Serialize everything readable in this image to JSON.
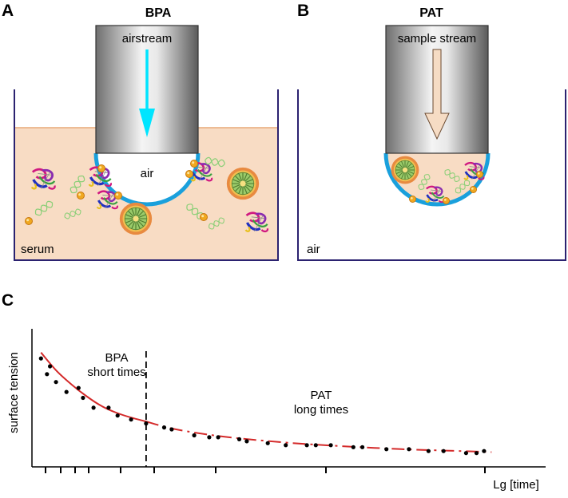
{
  "panel_a": {
    "letter": "A",
    "title": "BPA",
    "stream_label": "airstream",
    "bubble_label": "air",
    "liquid_label": "serum"
  },
  "panel_b": {
    "letter": "B",
    "title": "PAT",
    "stream_label": "sample stream",
    "outside_label": "air"
  },
  "panel_c": {
    "letter": "C",
    "ylabel": "surface tension",
    "xlabel": "Lg [time]",
    "bpa_label_1": "BPA",
    "bpa_label_2": "short times",
    "pat_label_1": "PAT",
    "pat_label_2": "long times"
  },
  "colors": {
    "serum": "#f8dcc4",
    "serum_edge": "#e8a878",
    "vessel": "#2b2270",
    "interface": "#1aa0dc",
    "air_arrow": "#00e5ff",
    "sample_arrow": "#f6dcc4",
    "fit_curve": "#d42a2a",
    "particle": "#f0a820"
  },
  "chart_data": {
    "type": "scatter",
    "xlabel": "Lg [time]",
    "ylabel": "surface tension",
    "grid": false,
    "points": [
      [
        0.0,
        0.85
      ],
      [
        0.2,
        0.77
      ],
      [
        0.3,
        0.81
      ],
      [
        0.5,
        0.73
      ],
      [
        0.85,
        0.68
      ],
      [
        1.25,
        0.7
      ],
      [
        1.4,
        0.65
      ],
      [
        1.75,
        0.6
      ],
      [
        2.25,
        0.6
      ],
      [
        2.55,
        0.56
      ],
      [
        3.0,
        0.54
      ],
      [
        3.5,
        0.52
      ],
      [
        4.1,
        0.5
      ],
      [
        4.35,
        0.49
      ],
      [
        5.1,
        0.46
      ],
      [
        5.6,
        0.45
      ],
      [
        5.9,
        0.45
      ],
      [
        6.6,
        0.44
      ],
      [
        6.85,
        0.43
      ],
      [
        7.55,
        0.42
      ],
      [
        8.15,
        0.41
      ],
      [
        8.85,
        0.41
      ],
      [
        9.15,
        0.41
      ],
      [
        9.65,
        0.41
      ],
      [
        10.4,
        0.4
      ],
      [
        10.7,
        0.4
      ],
      [
        11.5,
        0.39
      ],
      [
        12.25,
        0.39
      ],
      [
        12.9,
        0.38
      ],
      [
        13.4,
        0.38
      ],
      [
        14.15,
        0.37
      ],
      [
        14.5,
        0.37
      ],
      [
        14.75,
        0.38
      ]
    ],
    "fit": {
      "short_times": [
        [
          0.0,
          0.88
        ],
        [
          0.5,
          0.79
        ],
        [
          1.0,
          0.72
        ],
        [
          1.5,
          0.66
        ],
        [
          2.0,
          0.61
        ],
        [
          2.5,
          0.575
        ],
        [
          3.0,
          0.55
        ],
        [
          3.5,
          0.53
        ]
      ],
      "long_times": [
        [
          3.5,
          0.53
        ],
        [
          4.5,
          0.49
        ],
        [
          6.0,
          0.455
        ],
        [
          8.0,
          0.425
        ],
        [
          10.0,
          0.405
        ],
        [
          12.0,
          0.39
        ],
        [
          14.0,
          0.38
        ],
        [
          15.0,
          0.375
        ]
      ]
    },
    "divider_x": 3.5,
    "xlim": [
      -0.3,
      16.8
    ],
    "ylim": [
      0.3,
      1.0
    ]
  }
}
